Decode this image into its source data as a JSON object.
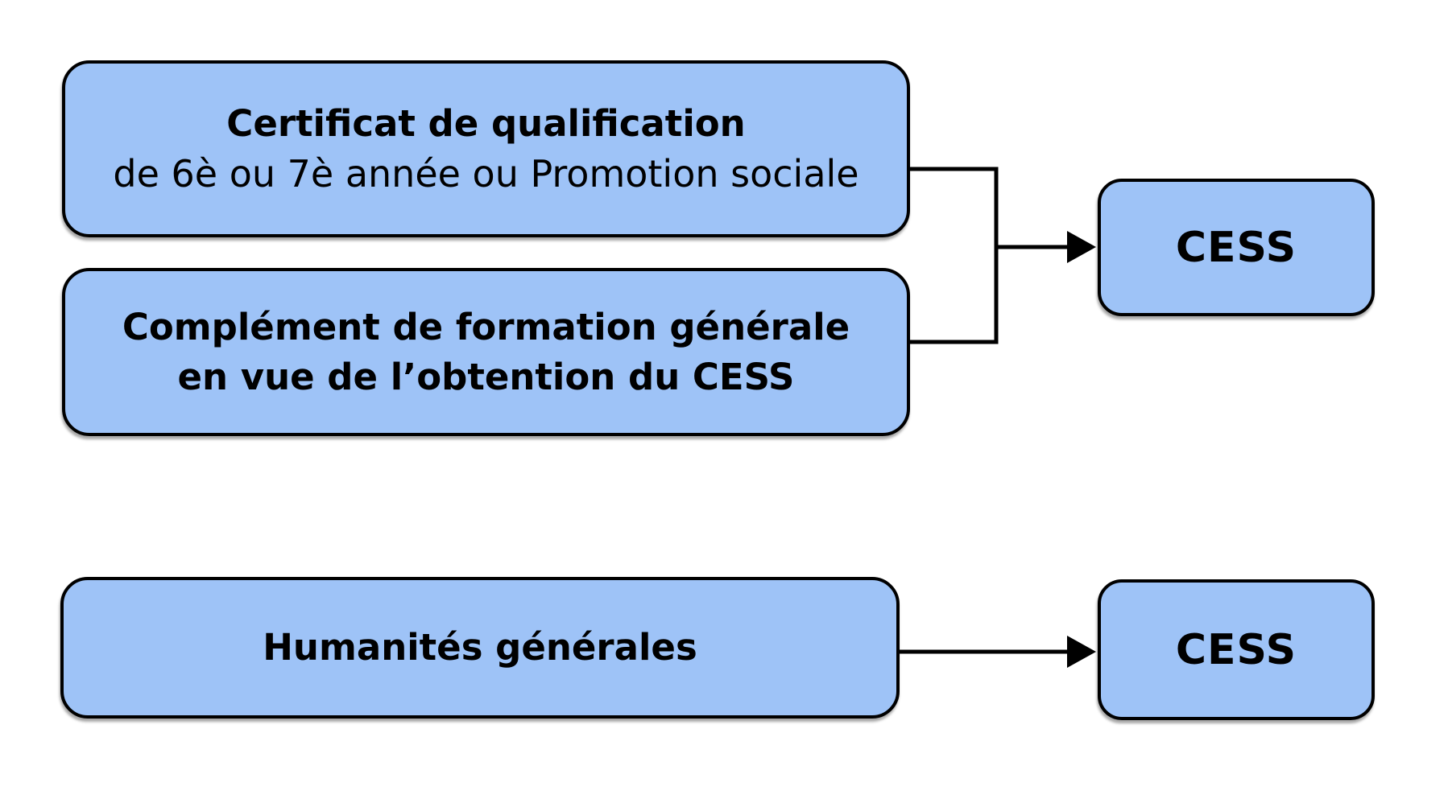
{
  "colors": {
    "box_fill": "#9EC3F7",
    "box_border": "#000000",
    "line": "#000000",
    "text": "#000000",
    "background": "#FFFFFF"
  },
  "diagram": {
    "qualification_path": {
      "certificat_box": {
        "title": "Certificat de qualification",
        "subtitle": "de 6è ou 7è année ou Promotion sociale"
      },
      "complement_box": {
        "line1": "Complément de formation générale",
        "line2": "en vue de l’obtention du CESS"
      },
      "result_box": {
        "label": "CESS"
      }
    },
    "general_path": {
      "humanites_box": {
        "label": "Humanités générales"
      },
      "result_box": {
        "label": "CESS"
      }
    }
  }
}
